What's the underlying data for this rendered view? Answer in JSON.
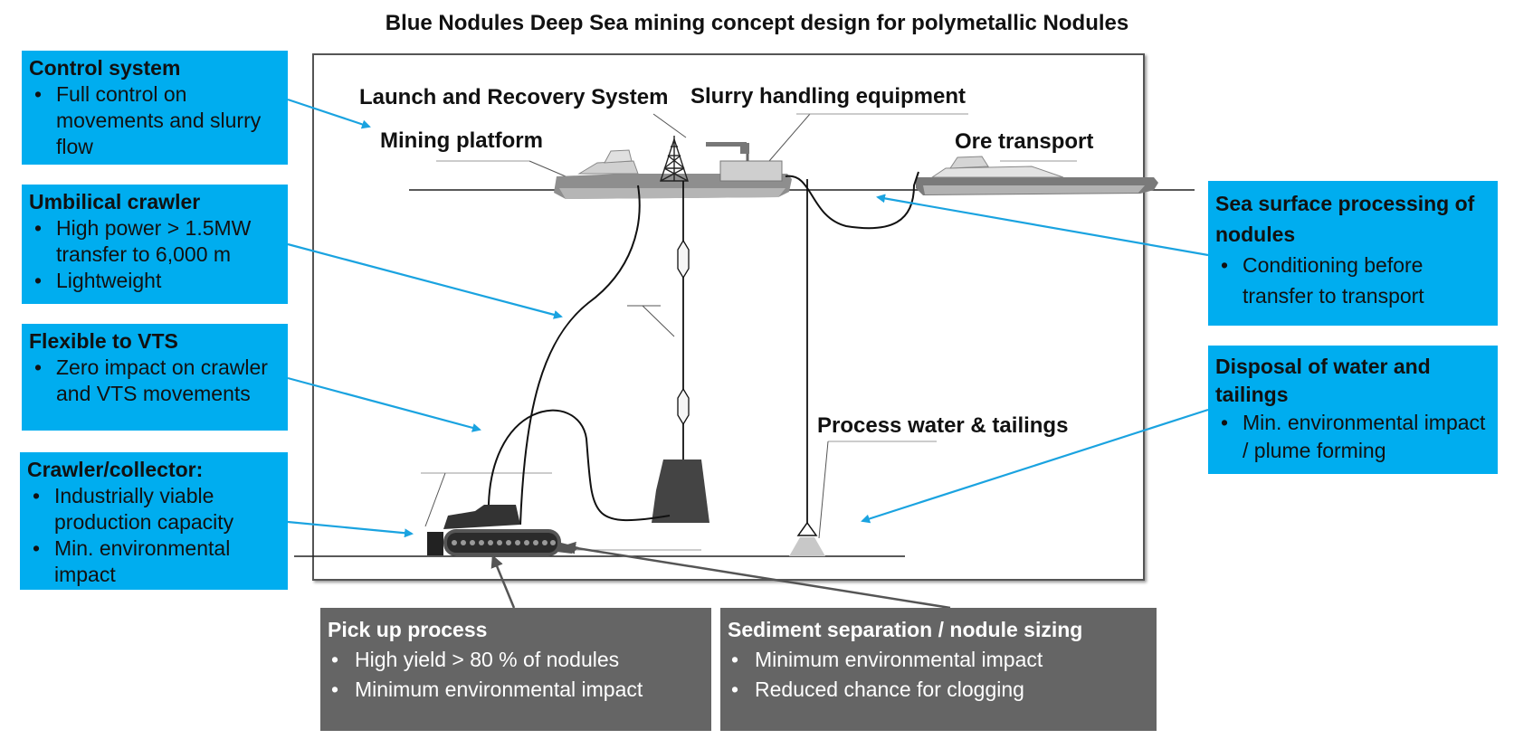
{
  "title": "Blue Nodules Deep Sea mining concept design for polymetallic Nodules",
  "diagram_labels": {
    "lars": "Launch and Recovery System",
    "slurry": "Slurry handling equipment",
    "platform": "Mining platform",
    "ore": "Ore transport",
    "process_water": "Process water & tailings"
  },
  "left_boxes": [
    {
      "heading": "Control system",
      "bullets": [
        "Full control on movements and slurry flow"
      ]
    },
    {
      "heading": "Umbilical crawler",
      "bullets": [
        "High power > 1.5MW transfer to 6,000 m",
        "Lightweight"
      ]
    },
    {
      "heading": "Flexible to VTS",
      "bullets": [
        "Zero impact on crawler and VTS movements"
      ]
    },
    {
      "heading": "Crawler/collector:",
      "bullets": [
        "Industrially viable production capacity",
        "Min. environmental impact"
      ]
    }
  ],
  "right_boxes": [
    {
      "heading": "Sea surface processing of nodules",
      "bullets": [
        "Conditioning before transfer to transport"
      ]
    },
    {
      "heading": "Disposal of water and tailings",
      "bullets": [
        "Min. environmental impact / plume forming"
      ]
    }
  ],
  "bottom_boxes": [
    {
      "heading": "Pick up process",
      "bullets": [
        "High yield > 80 % of nodules",
        "Minimum environmental impact"
      ]
    },
    {
      "heading": "Sediment separation / nodule sizing",
      "bullets": [
        "Minimum environmental impact",
        "Reduced chance for clogging"
      ]
    }
  ],
  "colors": {
    "accent_blue": "#00adef",
    "dark_grey": "#656565",
    "arrow_blue": "#1aa3e0"
  }
}
